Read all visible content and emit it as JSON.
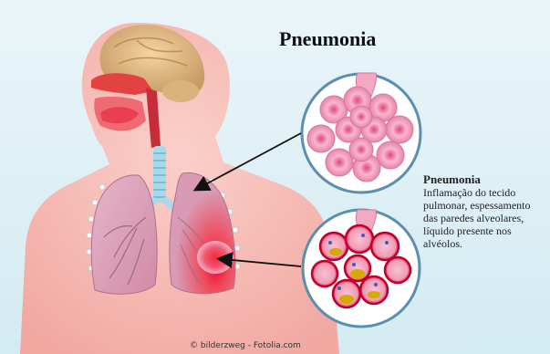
{
  "title": "Pneumonia",
  "caption": {
    "heading": "Pneumonia",
    "lines": [
      "Inflamação do tecido",
      "pulmonar, espessamento",
      "das paredes alveolares,",
      "líquido presente nos",
      "alvéolos."
    ]
  },
  "credit": "© bilderzweg - Fotolia.com"
}
